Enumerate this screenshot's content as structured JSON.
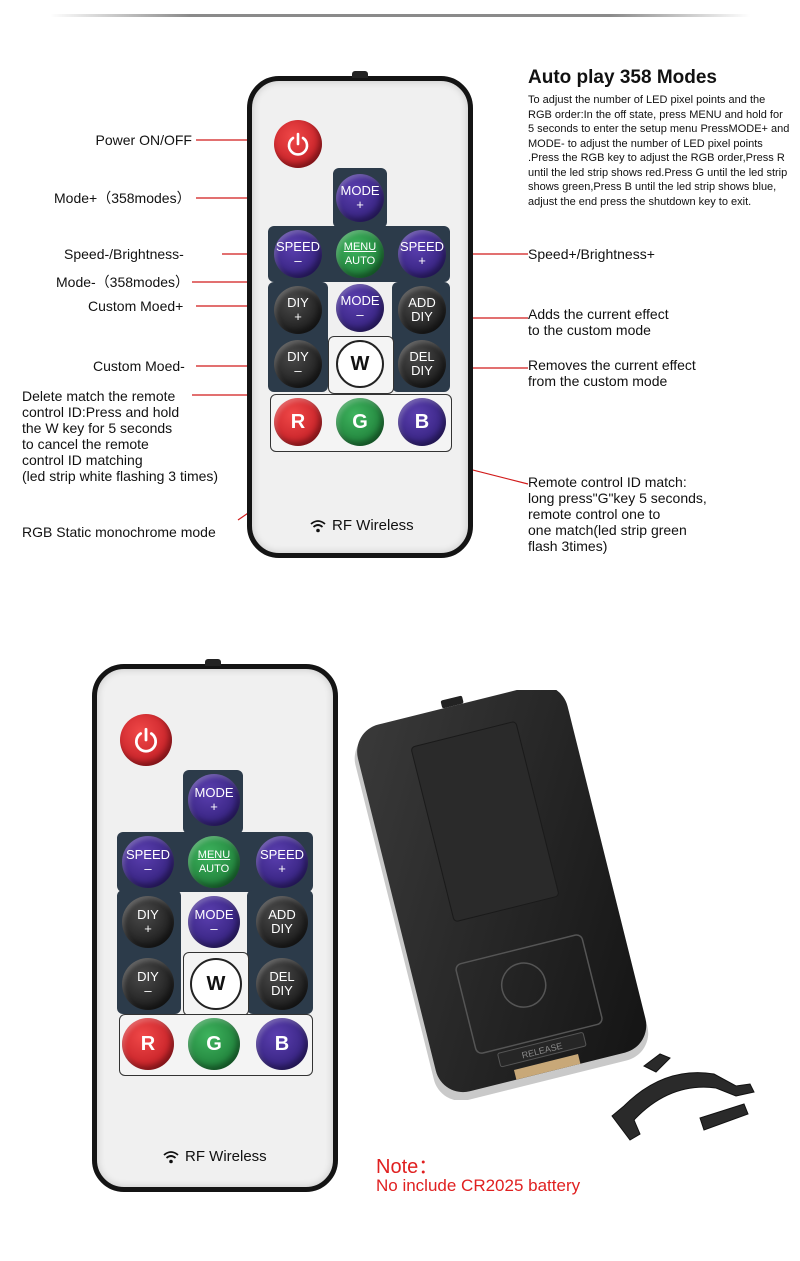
{
  "labels": {
    "power": "Power ON/OFF",
    "mode_plus": "Mode+（358modes）",
    "speed_minus": "Speed-/Brightness-",
    "mode_minus": "Mode-（358modes）",
    "diy_plus": "Custom Moed+",
    "diy_minus": "Custom Moed-",
    "delete_match": "Delete match the remote\ncontrol ID:Press and hold\nthe W key for 5 seconds\nto cancel the remote\ncontrol ID matching\n(led strip white flashing 3 times)",
    "rgb_static": "RGB Static monochrome mode",
    "speed_plus": "Speed+/Brightness+",
    "add_diy": "Adds the current effect\nto the custom mode",
    "del_diy": "Removes the current effect\nfrom the custom mode",
    "id_match": "Remote control ID match:\nlong press\"G\"key 5 seconds,\nremote control one to\none match(led strip green\nflash 3times)"
  },
  "auto_play": {
    "title": "Auto play 358 Modes",
    "body": "To adjust the number of LED pixel points and the RGB order:In the off state, press MENU and hold for 5 seconds to enter the setup menu PressMODE+ and MODE- to adjust the number of LED pixel points .Press the RGB key to adjust the RGB order,Press R until the led strip shows red.Press G until the led strip shows green,Press B until the led strip shows blue, adjust the end press the shutdown key to exit."
  },
  "remote": {
    "mode_plus": {
      "top": "MODE",
      "bottom": "+"
    },
    "speed_minus": {
      "top": "SPEED",
      "bottom": "–"
    },
    "menu": {
      "top": "MENU",
      "bottom": "AUTO"
    },
    "speed_plus": {
      "top": "SPEED",
      "bottom": "+"
    },
    "diy_plus": {
      "top": "DIY",
      "bottom": "+"
    },
    "mode_minus": {
      "top": "MODE",
      "bottom": "–"
    },
    "add_diy": {
      "top": "ADD",
      "bottom": "DIY"
    },
    "diy_minus": {
      "top": "DIY",
      "bottom": "–"
    },
    "w": "W",
    "del_diy": {
      "top": "DEL",
      "bottom": "DIY"
    },
    "r": "R",
    "g": "G",
    "b": "B",
    "brand": "RF Wireless"
  },
  "back": {
    "release": "RELEASE"
  },
  "note": {
    "title": "Note：",
    "text": "No include CR2025 battery"
  },
  "colors": {
    "accent_red": "#e02020",
    "pad": "#2c3b4a",
    "purple": "#3a2690",
    "green": "#1f8a3c"
  }
}
